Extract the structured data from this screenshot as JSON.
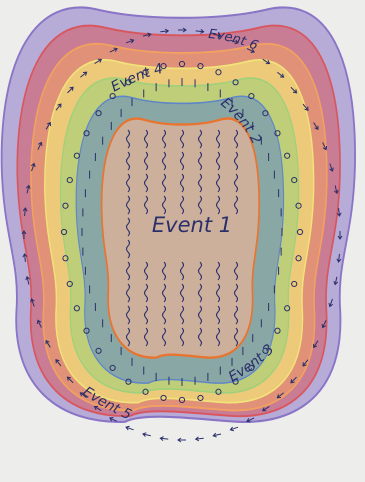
{
  "image": {
    "subject": "hand-drawn-concentric-event-zones",
    "medium": "colored pencil on paper",
    "colors": {
      "paper": "#ececea",
      "outer_purple": "#8a74c6",
      "red": "#d8575f",
      "orange_band": "#f2a25e",
      "yellow": "#f2e27a",
      "green": "#9fd07a",
      "blue": "#5d86c8",
      "core": "#e4b39a",
      "core_outline": "#e8742f",
      "ink_dark": "#2a2f6a"
    }
  },
  "labels": {
    "event1": "Event 1",
    "event2": "Event 2",
    "event3": "Event 3",
    "event4": "Event 4",
    "event5": "Event 5",
    "event6": "Event 6"
  }
}
